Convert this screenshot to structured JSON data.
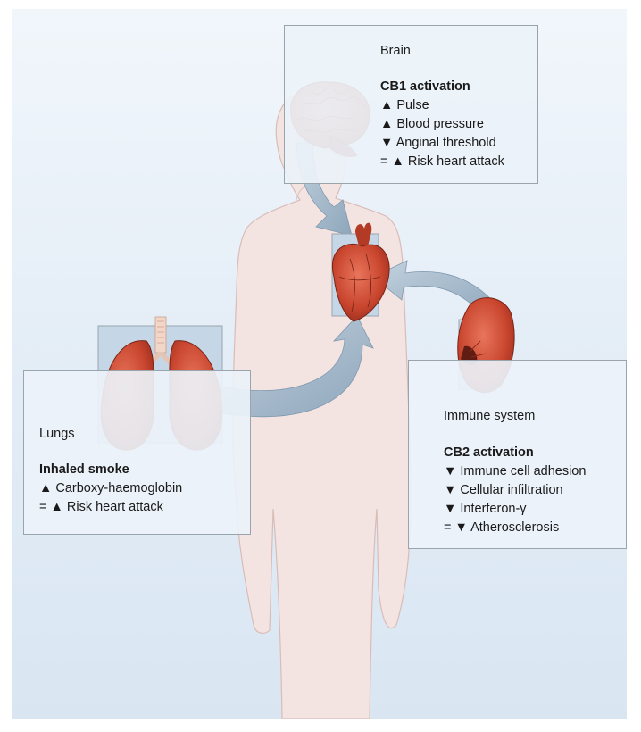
{
  "brain": {
    "organ_label": "Brain",
    "heading": "CB1 activation",
    "effects": [
      "▲ Pulse",
      "▲ Blood pressure",
      "▼ Anginal threshold",
      "= ▲ Risk heart attack"
    ]
  },
  "lungs": {
    "organ_label": "Lungs",
    "heading": "Inhaled smoke",
    "effects": [
      "▲ Carboxy-haemoglobin",
      "= ▲ Risk heart attack"
    ]
  },
  "immune": {
    "organ_label": "Immune system",
    "heading": "CB2 activation",
    "effects": [
      "▼ Immune cell adhesion",
      "▼ Cellular infiltration",
      "▼ Interferon-γ",
      "= ▼ Atherosclerosis"
    ]
  },
  "colors": {
    "background_top": "#f1f6fb",
    "background_bottom": "#d9e6f2",
    "body_silhouette": "#f3e4e2",
    "organ_red": "#c9452e",
    "organ_dark": "#8f2a1c",
    "arrow_fill": "#a9bccd",
    "box_fill": "#ebf2f9",
    "box_border": "#9aa4ad"
  },
  "icons": [
    "brain-icon",
    "heart-icon",
    "lungs-icon",
    "spleen-icon"
  ]
}
